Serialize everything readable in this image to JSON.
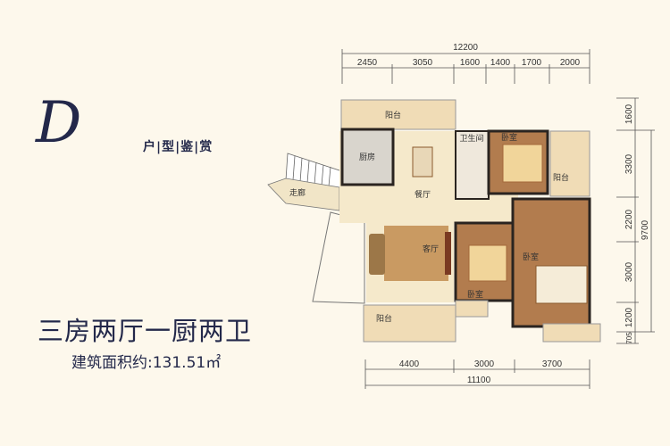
{
  "header": {
    "logo_letter": "D",
    "subtitle": "户|型|鉴|赏"
  },
  "summary": {
    "layout": "三房两厅一厨两卫",
    "area": "建筑面积约:131.51㎡"
  },
  "dimensions": {
    "top_total": "12200",
    "top": [
      "2450",
      "3050",
      "1600",
      "1400",
      "1700",
      "2000"
    ],
    "bottom": [
      "4400",
      "3000",
      "3700"
    ],
    "bottom_total": "11100",
    "right": [
      "1600",
      "3300",
      "2200",
      "3000",
      "1200",
      "705"
    ],
    "right_total": "9700"
  },
  "rooms": {
    "balcony_top": "阳台",
    "kitchen": "厨房",
    "dining": "餐厅",
    "bathroom": "卫生间",
    "bedroom_top": "卧室",
    "balcony_right": "阳台",
    "corridor": "走廊",
    "living": "客厅",
    "bedroom_mid": "卧室",
    "bedroom_master": "卧室",
    "balcony_bottom": "阳台"
  },
  "colors": {
    "text": "#23284a",
    "floor_tile": "#f3e6c6",
    "wood": "#b27c4e",
    "wall": "#2a2420",
    "background": "#fdf8ec"
  }
}
